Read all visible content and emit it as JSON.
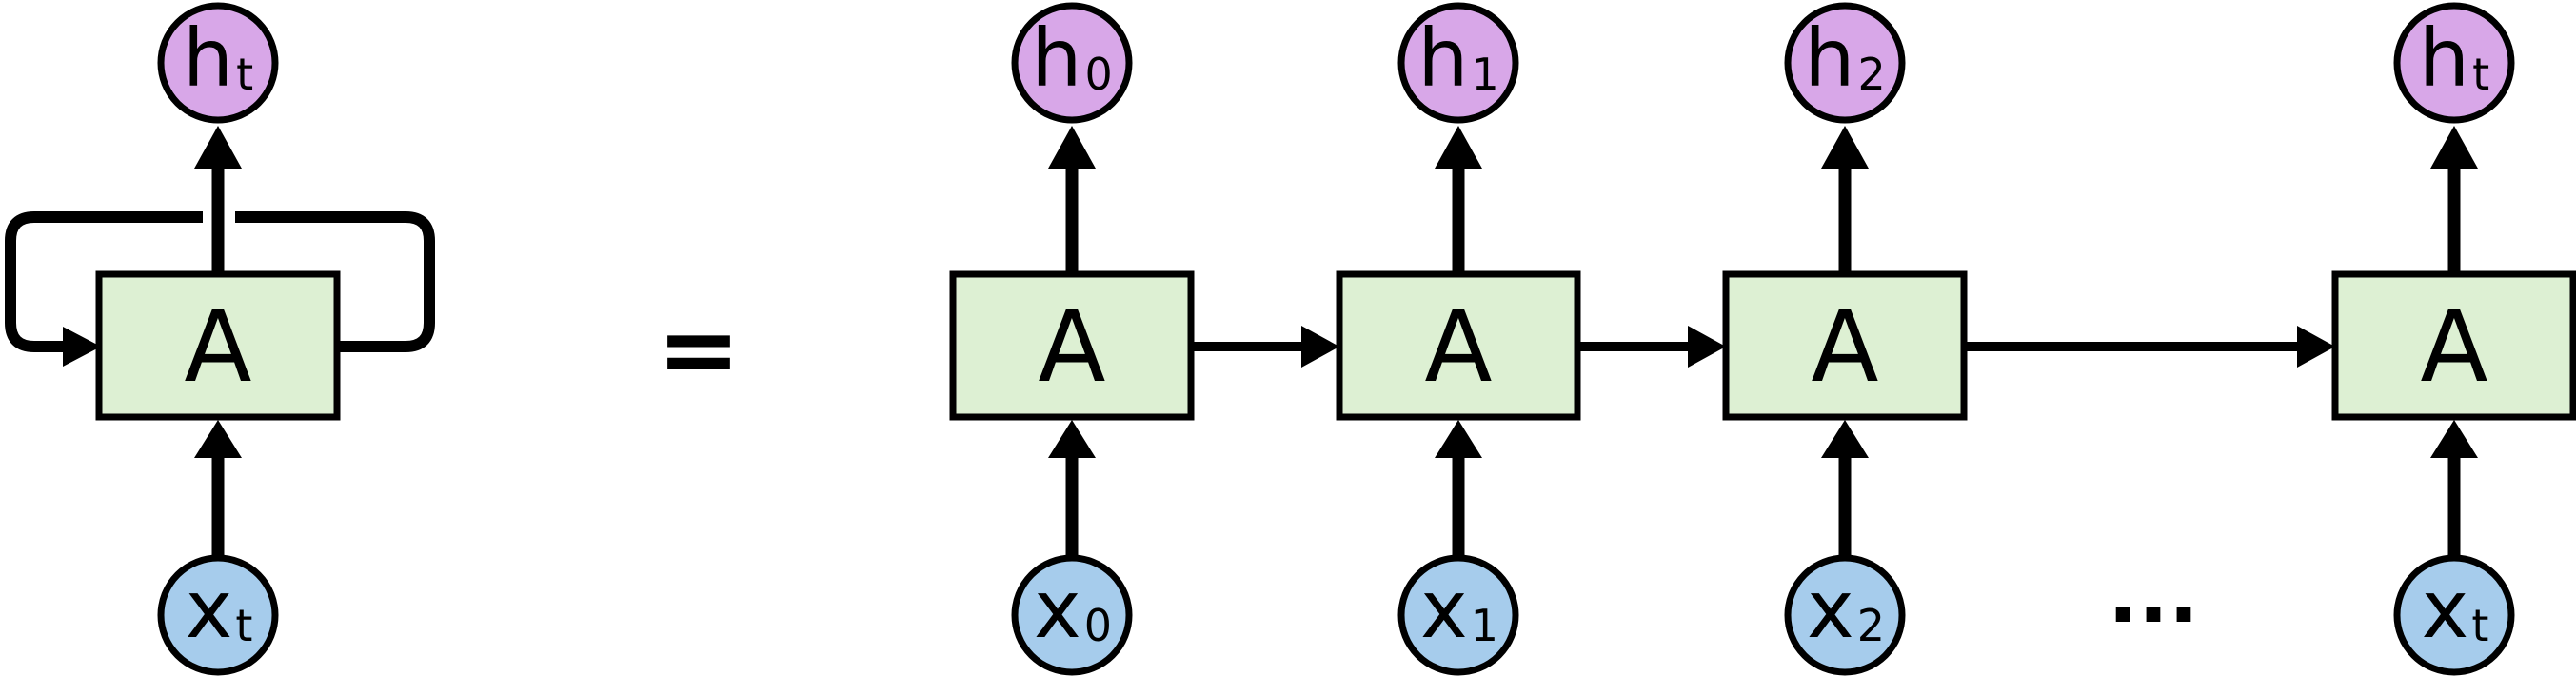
{
  "colors": {
    "hidden_fill": "#d8a7e8",
    "cell_fill": "#ddf0d3",
    "input_fill": "#a6ccec",
    "line": "#000000",
    "background": "#ffffff"
  },
  "equals": "=",
  "ellipsis": "...",
  "rolled": {
    "hidden": {
      "base": "h",
      "sub": "t"
    },
    "cell": "A",
    "input": {
      "base": "x",
      "sub": "t"
    }
  },
  "unrolled": [
    {
      "hidden": {
        "base": "h",
        "sub": "0"
      },
      "cell": "A",
      "input": {
        "base": "x",
        "sub": "0"
      }
    },
    {
      "hidden": {
        "base": "h",
        "sub": "1"
      },
      "cell": "A",
      "input": {
        "base": "x",
        "sub": "1"
      }
    },
    {
      "hidden": {
        "base": "h",
        "sub": "2"
      },
      "cell": "A",
      "input": {
        "base": "x",
        "sub": "2"
      }
    },
    {
      "hidden": {
        "base": "h",
        "sub": "t"
      },
      "cell": "A",
      "input": {
        "base": "x",
        "sub": "t"
      }
    }
  ]
}
